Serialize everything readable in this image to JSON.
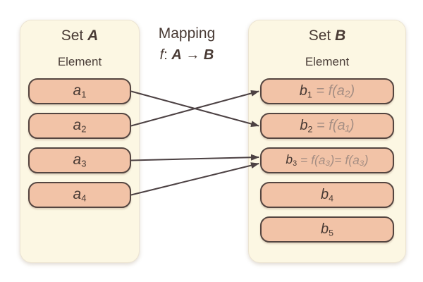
{
  "colors": {
    "panel_fill": "#fcf7e3",
    "pill_fill": "#f2c3a7",
    "pill_border": "#544540",
    "text_dark": "#483a34",
    "text_formula": "#a58e83",
    "arrow": "#4c4143"
  },
  "mapping_header": {
    "line1": "Mapping",
    "f": "f",
    "colon": ": ",
    "domain": "A",
    "arrow_symbol": " → ",
    "codomain": "B"
  },
  "set_a": {
    "title_prefix": "Set ",
    "title_letter": "A",
    "subtitle": "Element",
    "elements": [
      {
        "id": "a1",
        "base": "a",
        "sub": "1"
      },
      {
        "id": "a2",
        "base": "a",
        "sub": "2"
      },
      {
        "id": "a3",
        "base": "a",
        "sub": "3"
      },
      {
        "id": "a4",
        "base": "a",
        "sub": "4"
      }
    ]
  },
  "set_b": {
    "title_prefix": "Set ",
    "title_letter": "B",
    "subtitle": "Element",
    "elements": [
      {
        "id": "b1",
        "base": "b",
        "sub": "1",
        "formula": " = f(a₂)"
      },
      {
        "id": "b2",
        "base": "b",
        "sub": "2",
        "formula": " = f(a₁)"
      },
      {
        "id": "b3",
        "base": "b",
        "sub": "3",
        "formula": " = f(a₃)= f(a₃)"
      },
      {
        "id": "b4",
        "base": "b",
        "sub": "4",
        "formula": ""
      },
      {
        "id": "b5",
        "base": "b",
        "sub": "5",
        "formula": ""
      }
    ]
  },
  "arrows": [
    {
      "from": "a1",
      "to": "b2"
    },
    {
      "from": "a2",
      "to": "b1"
    },
    {
      "from": "a3",
      "to": "b3"
    },
    {
      "from": "a4",
      "to": "b3"
    }
  ]
}
